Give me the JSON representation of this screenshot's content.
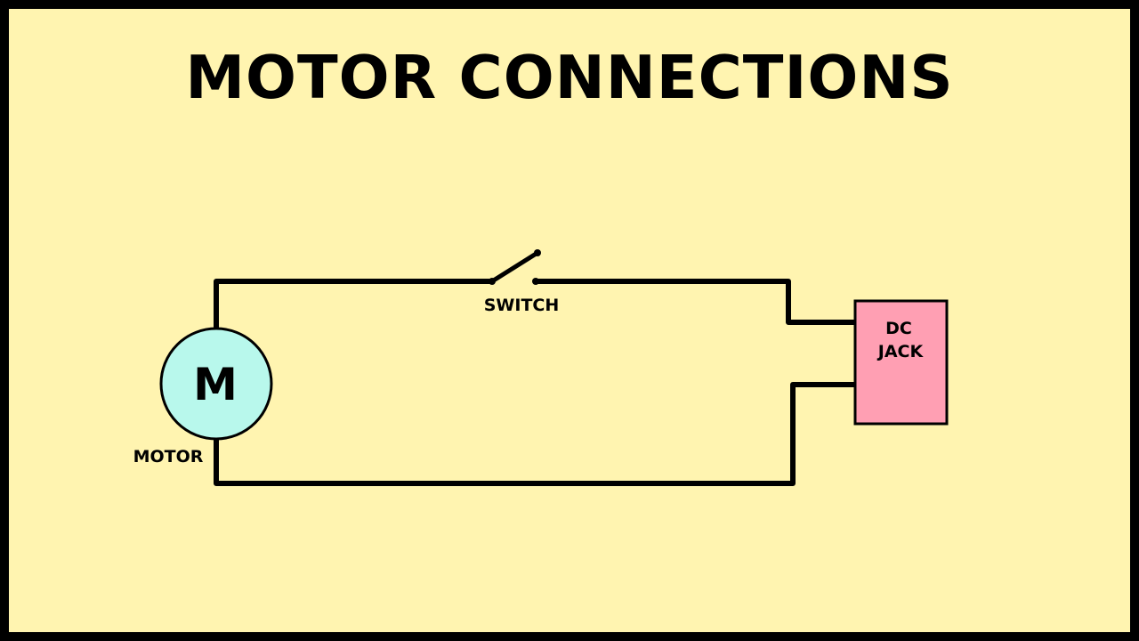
{
  "title": "MOTOR CONNECTIONS",
  "labels": {
    "switch": "SWITCH",
    "motor": "MOTOR",
    "motor_symbol": "M",
    "dc_jack_line1": "DC",
    "dc_jack_line2": "JACK"
  },
  "colors": {
    "background": "#fff4b0",
    "border": "#000000",
    "motor_fill": "#b8f8ec",
    "dc_jack_fill": "#ff9fb3",
    "wire": "#000000"
  }
}
